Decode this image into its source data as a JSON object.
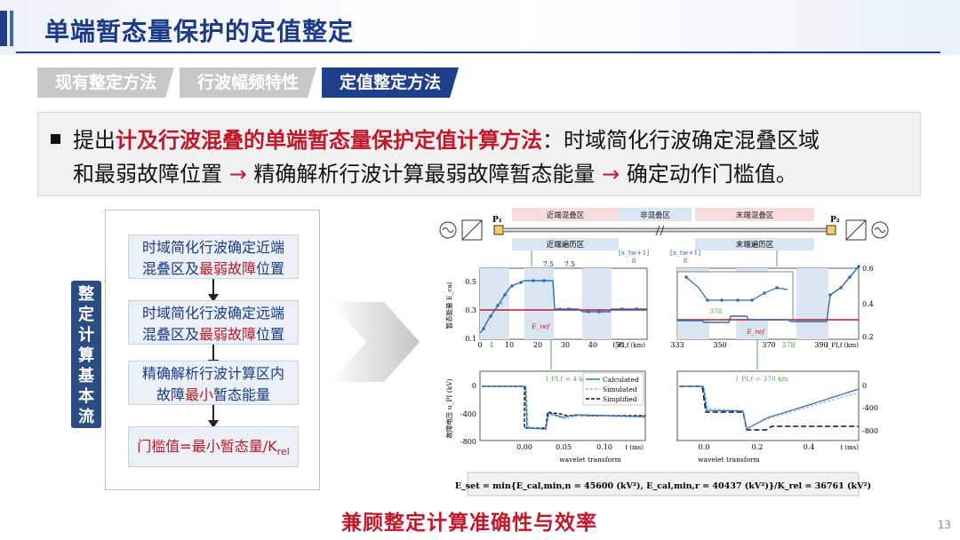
{
  "header": {
    "title": "单端暂态量保护的定值整定"
  },
  "tabs": [
    {
      "label": "现有整定方法",
      "active": false
    },
    {
      "label": "行波幅频特性",
      "active": false
    },
    {
      "label": "定值整定方法",
      "active": true
    }
  ],
  "statement": {
    "prefix": "提出",
    "highlight": "计及行波混叠的单端暂态量保护定值计算方法",
    "rest1": "：时域简化行波确定混叠区域",
    "line2a": "和最弱故障位置",
    "arrow1": "→",
    "line2b": "精确解析行波计算最弱故障暂态能量",
    "arrow2": "→",
    "line2c": "确定动作门槛值。"
  },
  "flow": {
    "side_label": "整定计算基本流程",
    "steps": [
      {
        "a": "时域简化行波确定近端",
        "b": "混叠区及",
        "red": "最弱故障",
        "c": "位置"
      },
      {
        "a": "时域简化行波确定远端",
        "b": "混叠区及",
        "red": "最弱故障",
        "c": "位置"
      },
      {
        "a": "精确解析行波计算区内",
        "b": "故障",
        "red": "最小",
        "c": "暂态能量"
      },
      {
        "red_a": "门槛值",
        "c": "=最小暂态量/K",
        "sub": "rel"
      }
    ]
  },
  "figure": {
    "top_zones": [
      "近端混叠区",
      "非混叠区",
      "末端混叠区"
    ],
    "bottom_zones": [
      "近端遍历区",
      "末端遍历区"
    ],
    "p1": "P₁",
    "p2": "P₂",
    "left_chart": {
      "ylabel": "暂态能量 E_cal",
      "yticks": [
        "0.5",
        "0.3",
        "0.1"
      ],
      "xticks": [
        "0",
        "4",
        "10",
        "20",
        "30",
        "40",
        "50"
      ],
      "xlabel": "l_PI,f (km)",
      "annot_dims": [
        "7.5",
        "7.5"
      ],
      "annot_xtw": "[x_tw+1]",
      "annot_8": "8",
      "mark_4": "4",
      "eref": "E_ref"
    },
    "right_chart": {
      "yticks": [
        "0.6",
        "0.4",
        "0.2"
      ],
      "xticks": [
        "333",
        "350",
        "370",
        "378",
        "390"
      ],
      "xlabel": "l_PI,f (km)",
      "annot_xtw": "[x_tw+1]",
      "annot_8": "8",
      "mark_378": "378",
      "eref": "E_ref"
    },
    "left_wave": {
      "title": "l_PI,f = 4 km",
      "ylabel": "故障电压 u_PI (kV)",
      "yticks": [
        "0",
        "-400",
        "-800"
      ],
      "xticks": [
        "0.00",
        "0.05",
        "0.10"
      ],
      "xlabel": "t (ms)",
      "legend": [
        "Calculated",
        "Simulated",
        "Simplified"
      ],
      "caption": "wavelet transform"
    },
    "right_wave": {
      "title": "l_PI,f = 378 km",
      "yticks": [
        "0",
        "-400",
        "-800"
      ],
      "xticks": [
        "0.0",
        "0.2",
        "0.4"
      ],
      "xlabel": "t (ms)",
      "caption": "wavelet transform"
    },
    "equation": "E_set = min{E_cal,min,n = 45600 (kV²), E_cal,min,r = 40437 (kV²)}/K_rel = 36761 (kV²)",
    "colors": {
      "calc": "#2f6db5",
      "sim": "#9db2c8",
      "simplified": "#111111",
      "eref": "#c0182a",
      "zone_pink": "#f6dcdc",
      "zone_blue": "#d9e6f2"
    }
  },
  "conclusion": "兼顾整定计算准确性与效率",
  "page_number": "13"
}
